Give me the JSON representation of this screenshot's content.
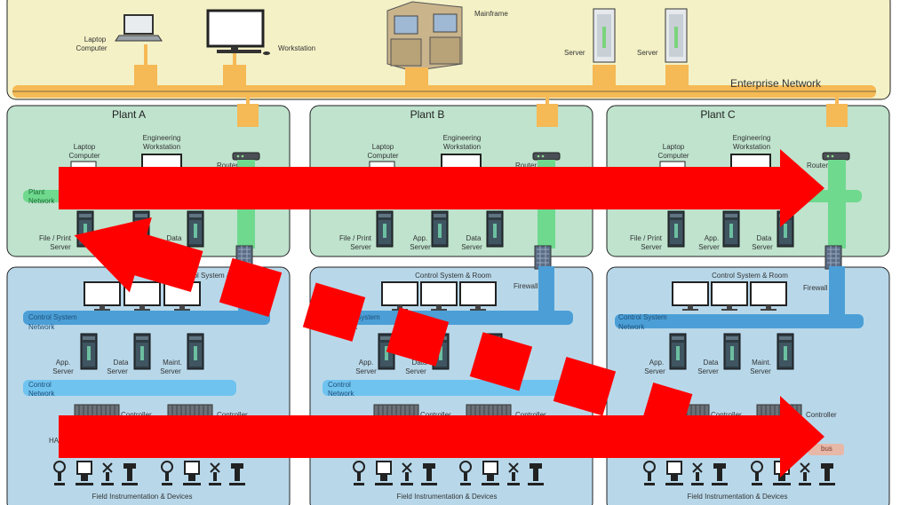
{
  "enterprise": {
    "network_label": "Enterprise Network",
    "mainframe_label": "Mainframe",
    "laptop_label_1": "Laptop",
    "laptop_label_2": "Computer",
    "workstation_label": "Workstation",
    "server_label": "Server"
  },
  "plants": [
    {
      "name": "Plant A"
    },
    {
      "name": "Plant B"
    },
    {
      "name": "Plant C"
    }
  ],
  "plant_labels": {
    "laptop_1": "Laptop",
    "laptop_2": "Computer",
    "eng_1": "Engineering",
    "eng_2": "Workstation",
    "router": "Router",
    "plant_net_1": "Plant",
    "plant_net_2": "Network",
    "fileprint_1": "File / Print",
    "fileprint_2": "Server",
    "app_1": "App.",
    "app_2": "Server",
    "data_1": "Data",
    "data_2": "Server"
  },
  "control_labels": {
    "room": "Control System & Room",
    "firewall": "Firewall",
    "cs_net_1": "Control System",
    "cs_net_2": "Network",
    "app_1": "App.",
    "app_2": "Server",
    "data_1": "Data",
    "data_2": "Server",
    "maint_1": "Maint.",
    "maint_2": "Server",
    "ctrl_net_1": "Control",
    "ctrl_net_2": "Network",
    "controller": "Controller",
    "field": "Field Instrumentation & Devices",
    "hart_partial": "HA",
    "bus_partial": "bus"
  },
  "colors": {
    "enterprise_bg": "#f4f1c6",
    "plant_bg": "#bfe3cd",
    "control_bg": "#b8d8ea",
    "enterprise_bus": "#f5b955",
    "plant_bus": "#6fd98e",
    "control_bus": "#4b9fd6",
    "arrow": "#ff0000"
  }
}
